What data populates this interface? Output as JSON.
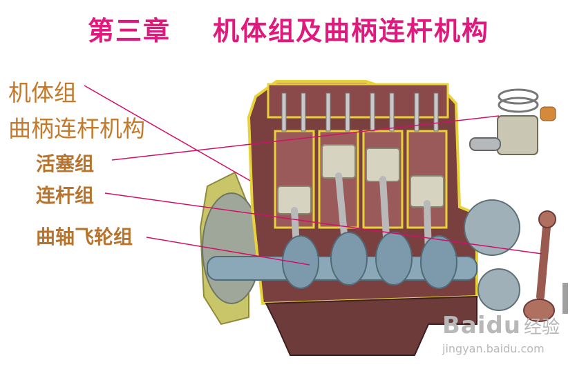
{
  "title": "第三章    机体组及曲柄连杆机构",
  "labels": {
    "body_group": "机体组",
    "crank_mechanism": "曲柄连杆机构",
    "piston_group": "活塞组",
    "rod_group": "连杆组",
    "crankshaft_flywheel_group": "曲轴飞轮组"
  },
  "watermark": {
    "logo": "Baidu",
    "cn": "经验",
    "url": "jingyan.baidu.com"
  },
  "colors": {
    "title": "#e0197d",
    "label": "#c47a2a",
    "leader": "#d0106a",
    "block": "#6e3b3b",
    "outline": "#e8d23a",
    "steel": "#8aa8b8"
  }
}
